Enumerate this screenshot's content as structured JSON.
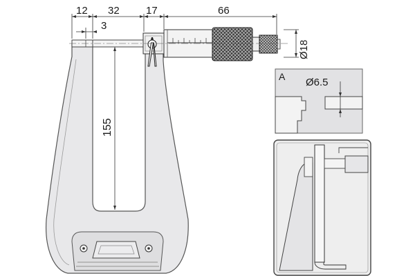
{
  "dimensions": {
    "d12": "12",
    "d32": "32",
    "d17": "17",
    "d66": "66",
    "d3": "3",
    "d155": "155",
    "d18": "Ø18",
    "d65": "Ø6.5"
  },
  "detail_a": {
    "label": "A"
  },
  "colors": {
    "body_fill": "#e8e8ea",
    "body_stroke": "#555555",
    "panel_fill": "#e2e2e4",
    "dim_line": "#333333",
    "knurl_dark": "#2b2b2b"
  }
}
